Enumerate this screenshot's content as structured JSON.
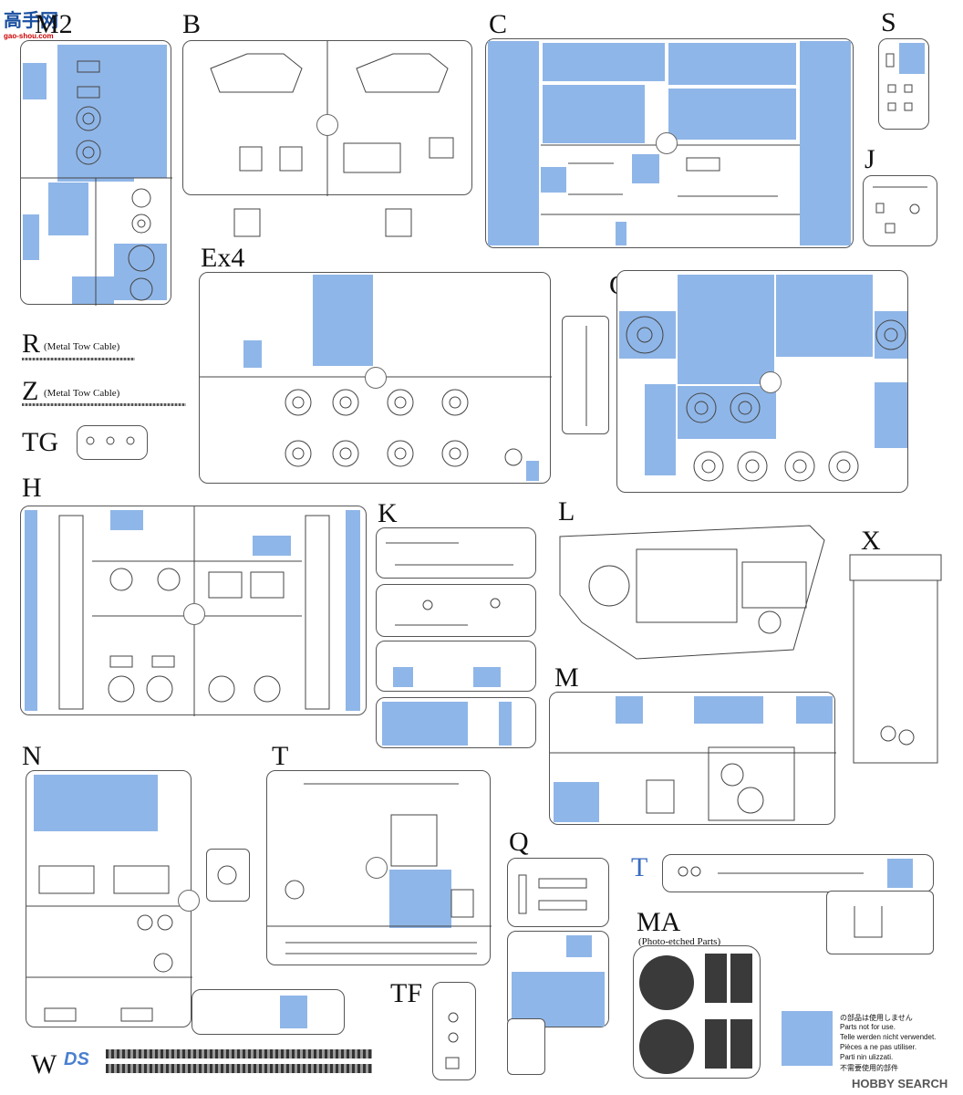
{
  "watermark_top": {
    "line1": "高手网",
    "line2": "gao-shou.com"
  },
  "sprues": {
    "n2": {
      "label": "M2"
    },
    "b": {
      "label": "B"
    },
    "c": {
      "label": "C"
    },
    "s": {
      "label": "S"
    },
    "j": {
      "label": "J"
    },
    "ex4": {
      "label": "Ex4"
    },
    "g": {
      "label": "G"
    },
    "r": {
      "label": "R",
      "sub": "(Metal Tow Cable)"
    },
    "z": {
      "label": "Z",
      "sub": "(Metal Tow Cable)"
    },
    "tg": {
      "label": "TG"
    },
    "h": {
      "label": "H"
    },
    "k": {
      "label": "K"
    },
    "l": {
      "label": "L"
    },
    "x": {
      "label": "X"
    },
    "m": {
      "label": "M"
    },
    "nn": {
      "label": "N"
    },
    "t": {
      "label": "T"
    },
    "q": {
      "label": "Q"
    },
    "t2": {
      "label": "T"
    },
    "ma": {
      "label": "MA",
      "sub": "(Photo-etched Parts)"
    },
    "tf": {
      "label": "TF"
    },
    "w": {
      "label": "W",
      "logo": "DS"
    }
  },
  "legend": {
    "lines": [
      "の部品は使用しません",
      "Parts not for use.",
      "Telle werden nicht verwendet.",
      "Pièces a ne pas utiliser.",
      "Parti nin ulizzati.",
      "不需要使用的部件"
    ],
    "color": "#8fb6e8"
  },
  "watermark_bottom": {
    "text": "HOBBY SEARCH"
  },
  "colors": {
    "unused": "#8fb6e8",
    "frame": "#555555"
  }
}
